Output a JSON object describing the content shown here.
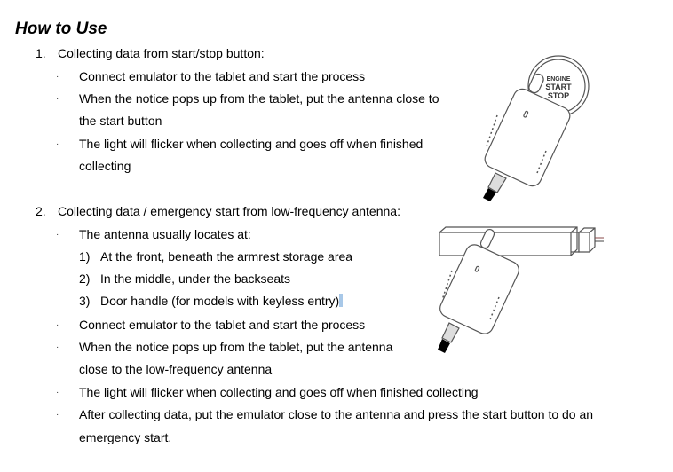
{
  "document": {
    "title": "How to Use",
    "sections": [
      {
        "number": "1.",
        "heading": "Collecting data from start/stop button:",
        "bullets": [
          "Connect emulator to the tablet and start the process",
          "When the notice pops up from the tablet, put the antenna close to",
          "the start button",
          "The light will flicker when collecting and goes off when finished",
          "collecting"
        ]
      },
      {
        "number": "2.",
        "heading": "Collecting data / emergency start from low-frequency antenna:",
        "bullets": [
          "The antenna usually locates at:",
          "Connect emulator to the tablet and start the process",
          "When the notice pops up from the tablet, put the antenna",
          "close to the low-frequency antenna",
          "The light will flicker when collecting and goes off when finished collecting",
          "After collecting data, put the emulator close to the antenna and press the start button to do an",
          "emergency start."
        ],
        "locations": [
          {
            "number": "1)",
            "text": "At the front, beneath the armrest storage area"
          },
          {
            "number": "2)",
            "text": "In the middle, under the backseats"
          },
          {
            "number": "3)",
            "text": "Door handle (for models with keyless entry)"
          }
        ]
      }
    ],
    "bullet_glyph": "·",
    "figures": {
      "start_button": {
        "line1": "ENGINE",
        "line2": "START",
        "line3": "STOP"
      }
    },
    "colors": {
      "text": "#000000",
      "cursor_highlight": "#a8c8e8",
      "drawing_stroke": "#555555"
    }
  }
}
